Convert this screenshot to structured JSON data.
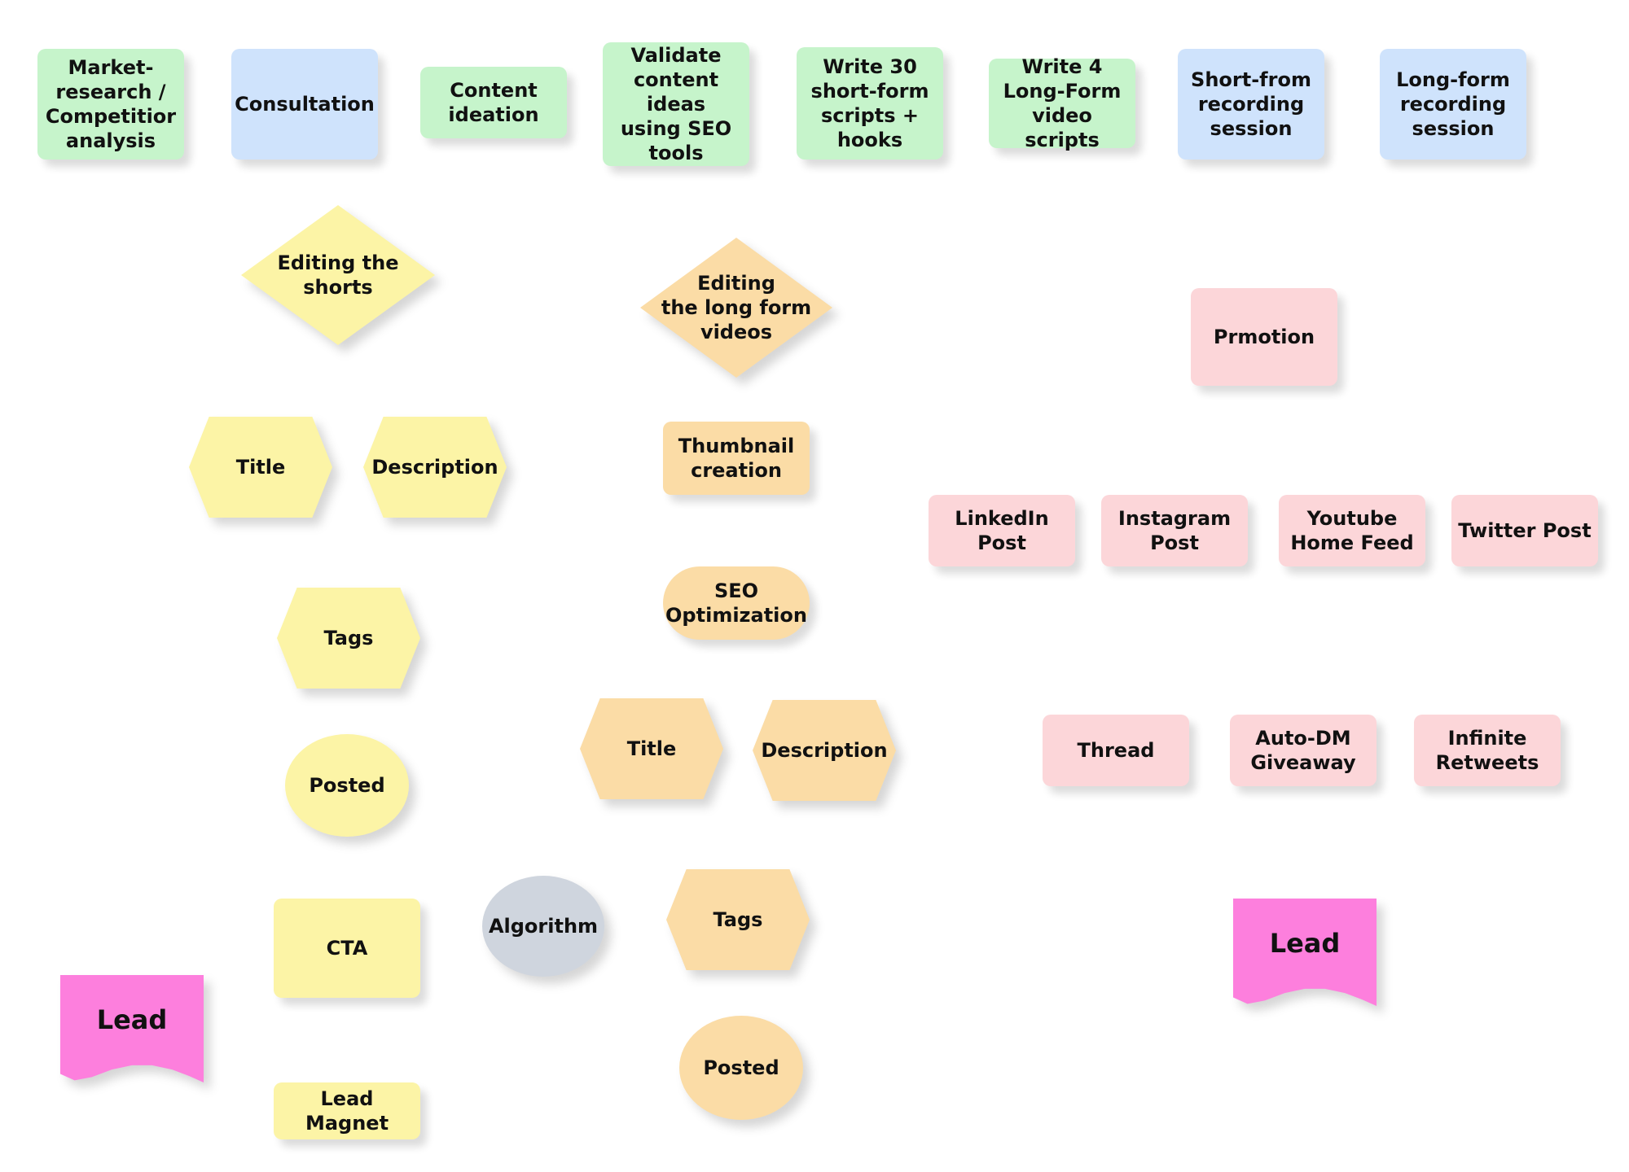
{
  "nodes": {
    "market_research": "Market-\nresearch /\nCompetitior\nanalysis",
    "consultation": "Consultation",
    "content_ideation": "Content\nideation",
    "validate_ideas": "Validate\ncontent ideas\nusing SEO\ntools",
    "write_30": "Write 30\nshort-form\nscripts +\nhooks",
    "write_4": "Write 4\nLong-Form\nvideo scripts",
    "short_recording": "Short-from\nrecording\nsession",
    "long_recording": "Long-form\nrecording\nsession",
    "editing_shorts": "Editing the\nshorts",
    "editing_long": "Editing\nthe long form\nvideos",
    "promotion": "Prmotion",
    "short_title": "Title",
    "short_description": "Description",
    "thumbnail": "Thumbnail\ncreation",
    "linkedin": "LinkedIn\nPost",
    "instagram": "Instagram\nPost",
    "youtube_feed": "Youtube\nHome Feed",
    "twitter": "Twitter Post",
    "short_tags": "Tags",
    "seo": "SEO\nOptimization",
    "long_title": "Title",
    "long_description": "Description",
    "thread": "Thread",
    "auto_dm": "Auto-DM\nGiveaway",
    "infinite_retweets": "Infinite\nRetweets",
    "short_posted": "Posted",
    "cta": "CTA",
    "algorithm": "Algorithm",
    "long_tags": "Tags",
    "lead_left": "Lead",
    "lead_right": "Lead",
    "long_posted": "Posted",
    "lead_magnet": "Lead Magnet"
  },
  "colors": {
    "green": "#c6f4cb",
    "blue": "#cfe3fc",
    "yellow": "#fcf4a6",
    "orange": "#fbdca6",
    "pink": "#fcd6d9",
    "gray": "#cfd5de",
    "magenta": "#fd7fdd"
  }
}
